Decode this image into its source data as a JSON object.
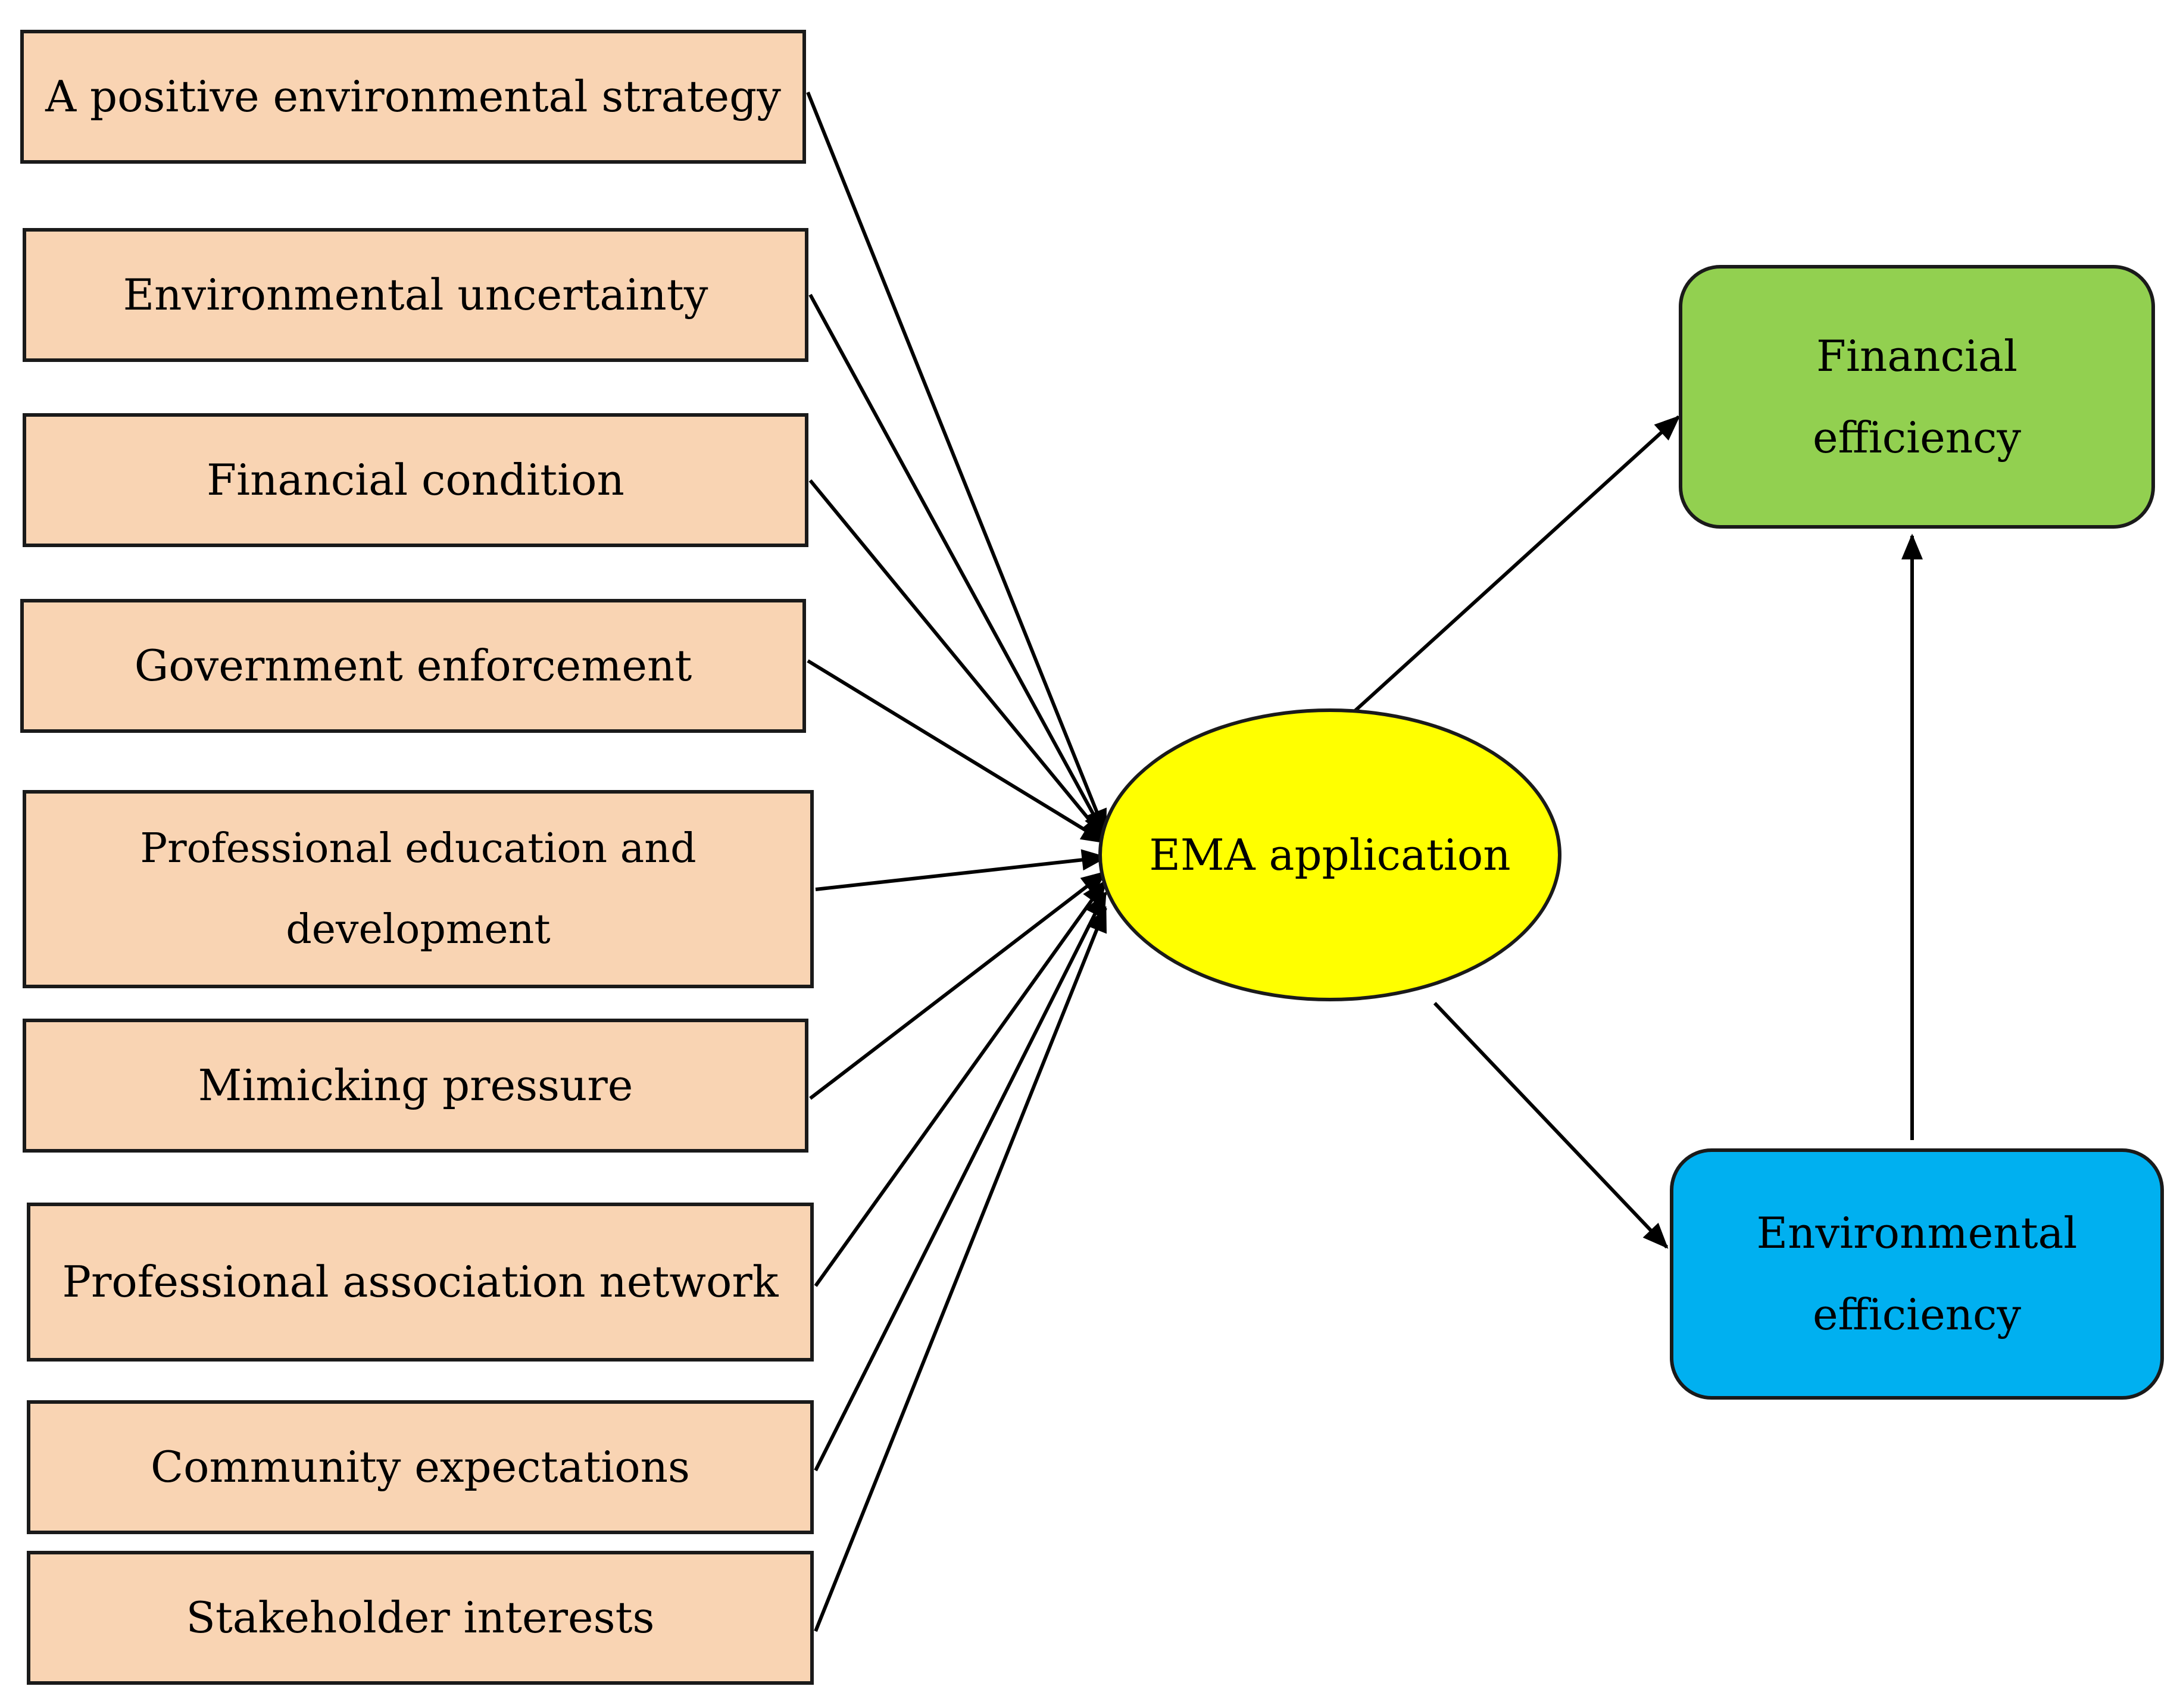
{
  "factors": [
    {
      "id": "positive-environmental-strategy",
      "label": "A positive environmental strategy"
    },
    {
      "id": "environmental-uncertainty",
      "label": "Environmental uncertainty"
    },
    {
      "id": "financial-condition",
      "label": "Financial condition"
    },
    {
      "id": "government-enforcement",
      "label": "Government enforcement"
    },
    {
      "id": "professional-education",
      "label": "Professional education and development"
    },
    {
      "id": "mimicking-pressure",
      "label": "Mimicking pressure"
    },
    {
      "id": "professional-association",
      "label": "Professional association network"
    },
    {
      "id": "community-expectations",
      "label": "Community expectations"
    },
    {
      "id": "stakeholder-interests",
      "label": "Stakeholder interests"
    }
  ],
  "center": {
    "label": "EMA application",
    "color": "#ffff00"
  },
  "outcomes": {
    "financial": {
      "label": "Financial efficiency",
      "color": "#92d050"
    },
    "environmental": {
      "label": "Environmental efficiency",
      "color": "#00b0f0"
    }
  },
  "edges": [
    {
      "from": "positive-environmental-strategy",
      "to": "ema-application"
    },
    {
      "from": "environmental-uncertainty",
      "to": "ema-application"
    },
    {
      "from": "financial-condition",
      "to": "ema-application"
    },
    {
      "from": "government-enforcement",
      "to": "ema-application"
    },
    {
      "from": "professional-education",
      "to": "ema-application"
    },
    {
      "from": "mimicking-pressure",
      "to": "ema-application"
    },
    {
      "from": "professional-association",
      "to": "ema-application"
    },
    {
      "from": "community-expectations",
      "to": "ema-application"
    },
    {
      "from": "stakeholder-interests",
      "to": "ema-application"
    },
    {
      "from": "ema-application",
      "to": "financial-efficiency"
    },
    {
      "from": "ema-application",
      "to": "environmental-efficiency"
    },
    {
      "from": "environmental-efficiency",
      "to": "financial-efficiency"
    }
  ],
  "colors": {
    "factor_fill": "#f9d4b3",
    "stroke": "#000000"
  }
}
